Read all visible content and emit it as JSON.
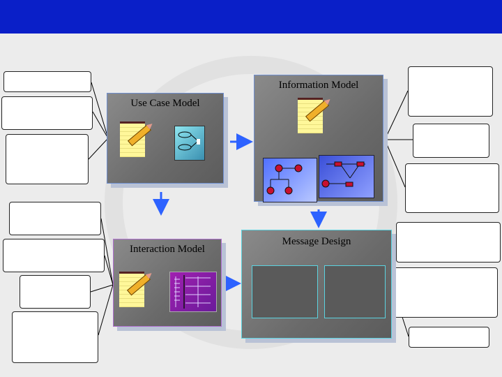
{
  "colors": {
    "header": "#0a1fc8",
    "model_fill": "#6a6a6a",
    "arrow": "#2d62ff",
    "message_border": "#5bd3e0",
    "interaction_border": "#b070d0"
  },
  "models": {
    "use_case": {
      "title": "Use Case Model"
    },
    "information": {
      "title": "Information Model"
    },
    "interaction": {
      "title": "Interaction Model"
    },
    "message": {
      "title": "Message Design"
    }
  },
  "icons": [
    "notepad-pencil-icon",
    "use-case-diagram-icon",
    "class-diagram-icon",
    "interaction-diagram-icon"
  ]
}
